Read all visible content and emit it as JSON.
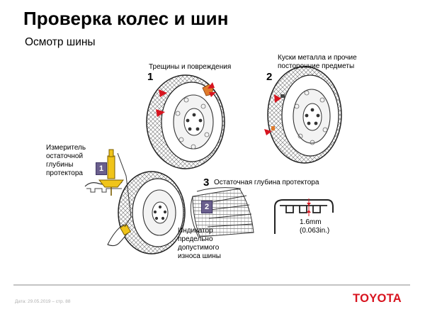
{
  "title": "Проверка колес и шин",
  "subtitle": "Осмотр шины",
  "step1": {
    "number": "1",
    "label": "Трещины и повреждения"
  },
  "step2": {
    "number": "2",
    "label_line1": "Куски металла и прочие",
    "label_line2": "посторонние предметы"
  },
  "step3": {
    "number": "3",
    "label": "Остаточная глубина протектора"
  },
  "gauge_label": [
    "Измеритель",
    "остаточной",
    "глубины",
    "протектора"
  ],
  "gauge_badge": "1",
  "indicator_badge": "2",
  "indicator_label": [
    "Индикатор",
    "предельно",
    "допустимого",
    "износа шины"
  ],
  "measurement": {
    "mm": "1.6mm",
    "inch": "(0.063in.)"
  },
  "footer": "Дата: 29.05.2019 – стр. 88",
  "brand": "TOYOTA",
  "colors": {
    "brand_red": "#d8141f",
    "badge_purple": "#6a5f8d",
    "arrow_red": "#d7141f",
    "damage_orange": "#e07a2a"
  }
}
